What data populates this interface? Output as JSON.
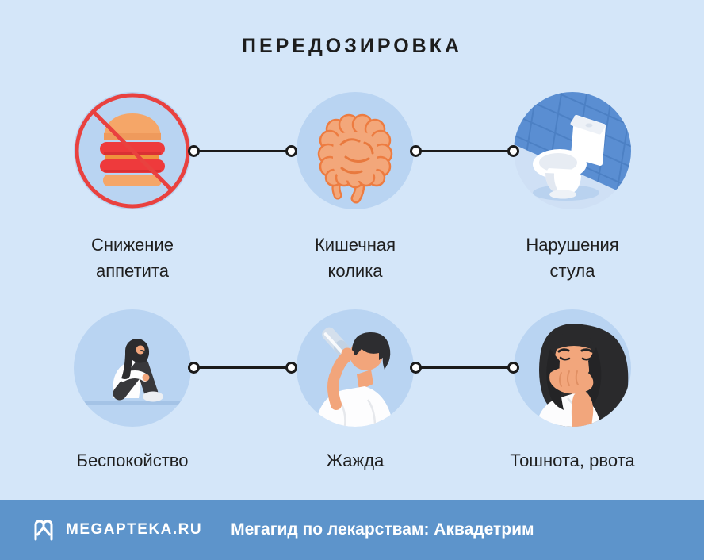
{
  "title": "ПЕРЕДОЗИРОВКА",
  "symptoms": [
    {
      "label": "Снижение аппетита",
      "line1": "Снижение",
      "line2": "аппетита",
      "icon": "no-food-icon"
    },
    {
      "label": "Кишечная колика",
      "line1": "Кишечная",
      "line2": "колика",
      "icon": "intestines-icon"
    },
    {
      "label": "Нарушения стула",
      "line1": "Нарушения",
      "line2": "стула",
      "icon": "toilet-icon"
    },
    {
      "label": "Беспокойство",
      "icon": "anxious-person-icon"
    },
    {
      "label": "Жажда",
      "icon": "drinking-water-icon"
    },
    {
      "label": "Тошнота, рвота",
      "icon": "nausea-person-icon"
    }
  ],
  "footer": {
    "brand": "MEGAPTEKA.RU",
    "caption": "Мегагид по лекарствам: Аквадетрим",
    "logo": "megapteka-m-logo"
  },
  "colors": {
    "background": "#d4e6f9",
    "circle_fill": "#b9d4f2",
    "prohibition_red": "#e9413f",
    "connector_line": "#1b1b1b",
    "footer_background": "#5d94cb",
    "title_text": "#1d1d1d",
    "label_text": "#1e1e1e",
    "footer_text": "#ffffff",
    "intestine_orange": "#f3a77a",
    "tile_wall_blue": "#5a8ed2"
  }
}
